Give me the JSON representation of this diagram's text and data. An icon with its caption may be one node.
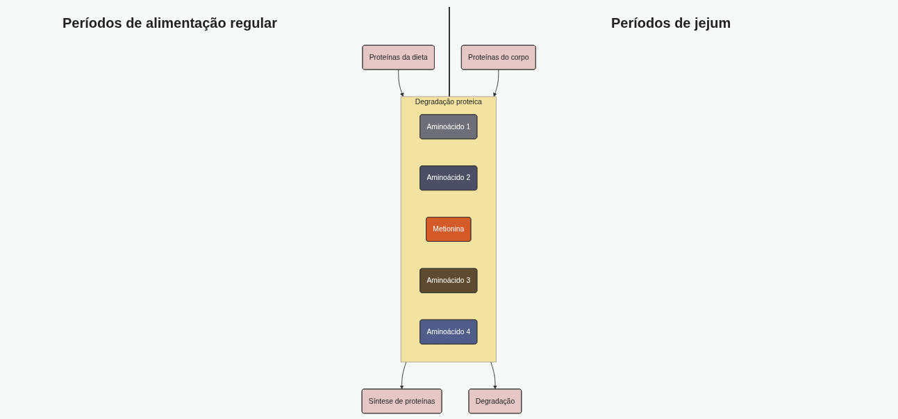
{
  "diagram": {
    "nodes": [
      {
        "text": [
          "Proteínas da dieta"
        ]
      },
      {
        "text": [
          "Proteínas do corpo"
        ]
      },
      {
        "text": [
          "Degradação proteica"
        ]
      },
      {
        "text": [
          "Aminoácido 1"
        ],
        "in": 2
      },
      {
        "text": [
          "Aminoácido 2"
        ],
        "in": 2
      },
      {
        "text": [
          "Metionina"
        ],
        "in": 2
      },
      {
        "text": [
          "Aminoácido 3"
        ],
        "in": 2
      },
      {
        "text": [
          "Aminoácido 4"
        ],
        "in": 2
      },
      {
        "text": [
          "Síntese de proteínas"
        ]
      },
      {
        "text": [
          "Degradação"
        ]
      }
    ],
    "edges": [
      {
        "from": 0,
        "to": 2,
        "arrow": "to"
      },
      {
        "from": 1,
        "to": 2,
        "arrow": "to"
      },
      {
        "from": 2,
        "to": 8,
        "arrow": "to"
      },
      {
        "from": 2,
        "to": 9,
        "arrow": "to"
      }
    ],
    "labels": [
      "Períodos de alimentação regular",
      "Períodos de jejum"
    ]
  }
}
